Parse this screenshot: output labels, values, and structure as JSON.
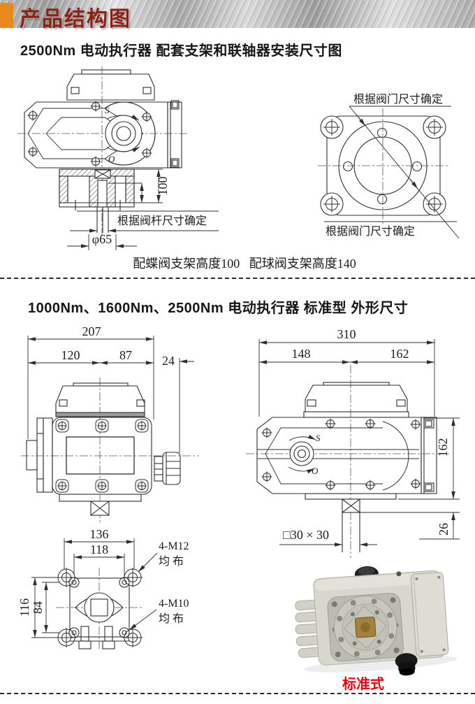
{
  "header": {
    "title": "产品结构图"
  },
  "s1": {
    "title": "2500Nm 电动执行器  配套支架和联轴器安装尺寸图",
    "bracket_view": {
      "s_mark": "S",
      "o_mark": "O",
      "height_dim": "100",
      "stem_note": "根据阀杆尺寸确定",
      "bore_dim": "φ65"
    },
    "flange_view": {
      "top_note": "根据阀门尺寸确定",
      "bottom_note": "根据阀门尺寸确定"
    },
    "caption": "配蝶阀支架高度100   配球阀支架高度140"
  },
  "s2": {
    "title": "1000Nm、1600Nm、2500Nm  电动执行器  标准型  外形尺寸",
    "front_view": {
      "width_total": "207",
      "width_left": "120",
      "width_right": "87",
      "gland_dim": "24"
    },
    "side_view": {
      "length_total": "310",
      "length_left": "148",
      "length_right": "162",
      "height_dim": "162",
      "shaft_step_dim": "26",
      "shaft_size": "□30 × 30",
      "s_mark": "S",
      "o_mark": "O"
    },
    "bottom_view": {
      "bolt_span_outer": "136",
      "bolt_span_inner": "118",
      "bolt_vert_outer": "116",
      "bolt_vert_inner": "84",
      "m12_label": "4-M12",
      "m12_note": "均 布",
      "m10_label": "4-M10",
      "m10_note": "均 布"
    },
    "photo_caption": "标准式"
  },
  "colors": {
    "banner_orange": "#e8891b",
    "banner_title_red": "#8e1f16",
    "photo_caption_red": "#e60012",
    "line_color": "#2f2f2f",
    "brass_nut": "#a3823c"
  }
}
